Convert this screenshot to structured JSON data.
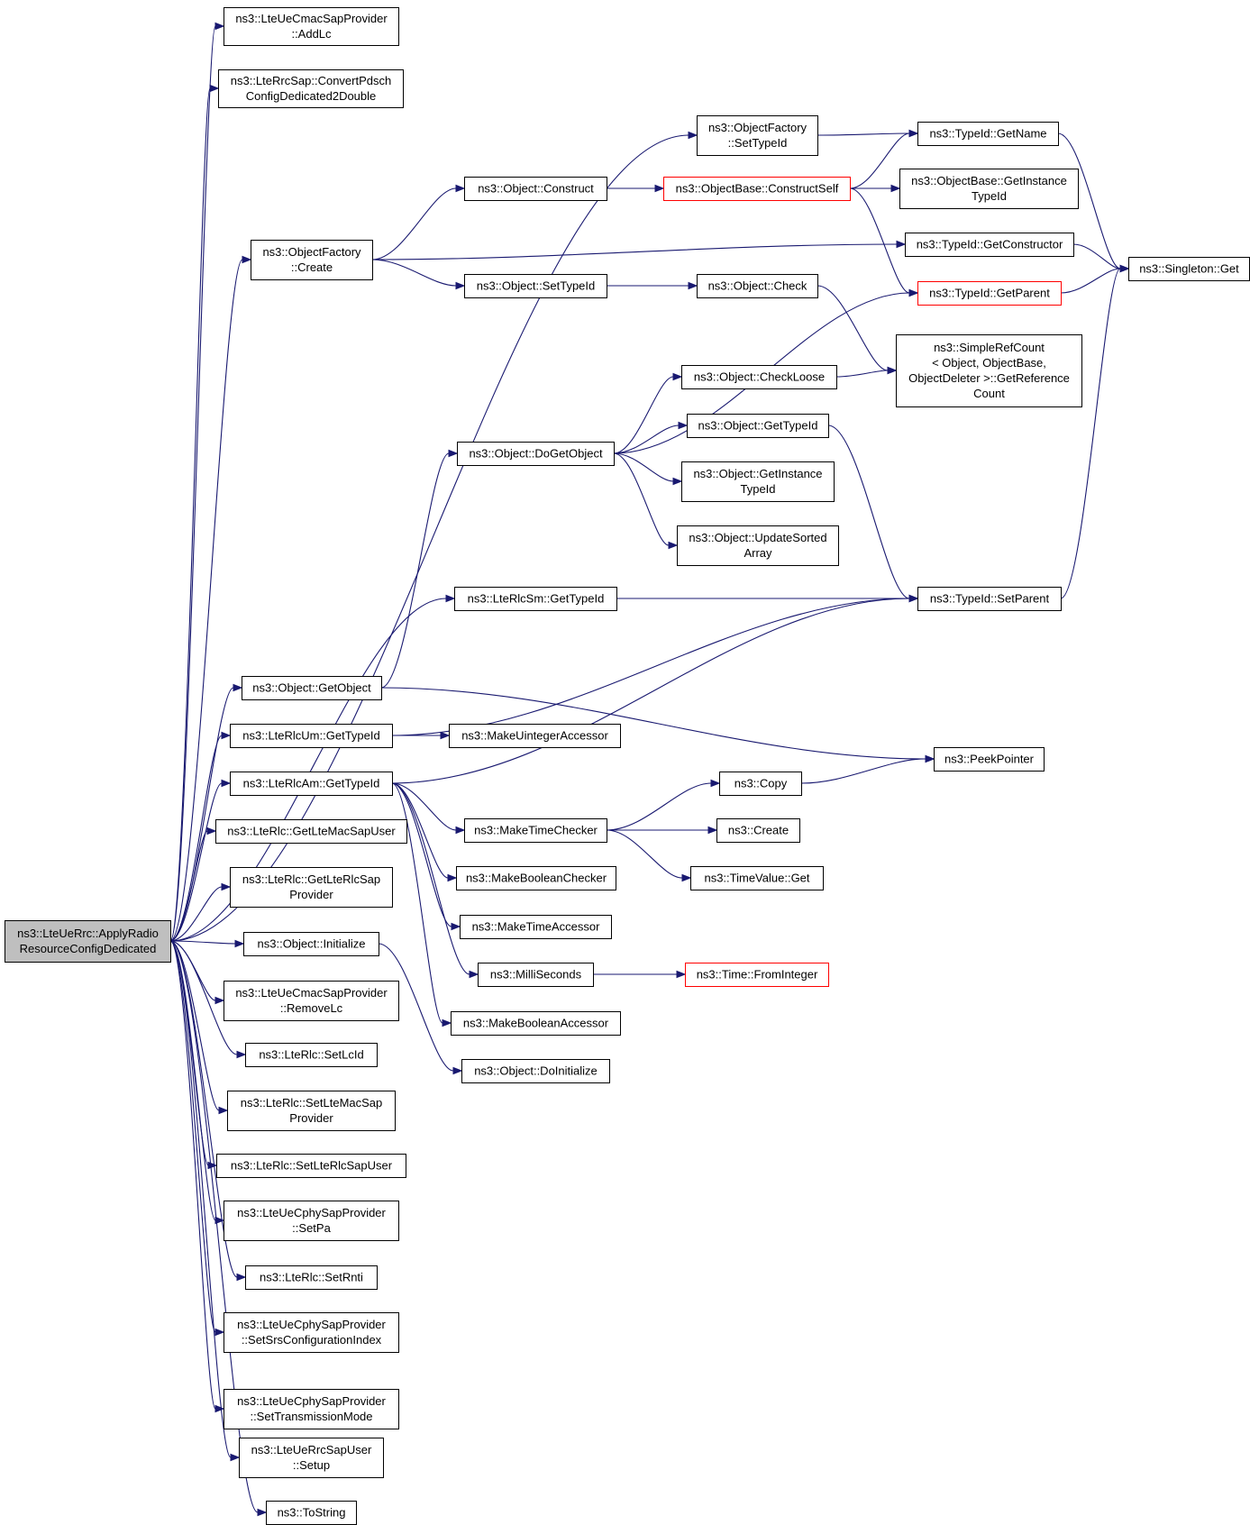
{
  "colors": {
    "edge": "#191970",
    "node_border": "#000000",
    "node_border_truncated": "#ff0000",
    "root_fill": "#bfbfbf",
    "node_fill": "#ffffff"
  },
  "nodes": [
    {
      "id": "root",
      "lines": [
        "ns3::LteUeRrc::ApplyRadio",
        "ResourceConfigDedicated"
      ],
      "root": true
    },
    {
      "id": "addlc",
      "lines": [
        "ns3::LteUeCmacSapProvider",
        "::AddLc"
      ]
    },
    {
      "id": "convert",
      "lines": [
        "ns3::LteRrcSap::ConvertPdsch",
        "ConfigDedicated2Double"
      ]
    },
    {
      "id": "of_create",
      "lines": [
        "ns3::ObjectFactory",
        "::Create"
      ]
    },
    {
      "id": "of_settypeid",
      "lines": [
        "ns3::ObjectFactory",
        "::SetTypeId"
      ]
    },
    {
      "id": "obj_construct",
      "lines": [
        "ns3::Object::Construct"
      ]
    },
    {
      "id": "obj_settypeid",
      "lines": [
        "ns3::Object::SetTypeId"
      ]
    },
    {
      "id": "obase_cself",
      "lines": [
        "ns3::ObjectBase::ConstructSelf"
      ],
      "truncated": true
    },
    {
      "id": "obj_check",
      "lines": [
        "ns3::Object::Check"
      ]
    },
    {
      "id": "tid_getname",
      "lines": [
        "ns3::TypeId::GetName"
      ]
    },
    {
      "id": "obase_getinst",
      "lines": [
        "ns3::ObjectBase::GetInstance",
        "TypeId"
      ]
    },
    {
      "id": "tid_getctor",
      "lines": [
        "ns3::TypeId::GetConstructor"
      ]
    },
    {
      "id": "tid_getparent",
      "lines": [
        "ns3::TypeId::GetParent"
      ],
      "truncated": true
    },
    {
      "id": "singleton_get",
      "lines": [
        "ns3::Singleton::Get"
      ]
    },
    {
      "id": "srefcount",
      "lines": [
        "ns3::SimpleRefCount",
        "< Object, ObjectBase,",
        " ObjectDeleter >::GetReference",
        "Count"
      ]
    },
    {
      "id": "obj_checkloose",
      "lines": [
        "ns3::Object::CheckLoose"
      ]
    },
    {
      "id": "obj_dogetobject",
      "lines": [
        "ns3::Object::DoGetObject"
      ]
    },
    {
      "id": "obj_gettypeid",
      "lines": [
        "ns3::Object::GetTypeId"
      ]
    },
    {
      "id": "obj_getinst",
      "lines": [
        "ns3::Object::GetInstance",
        "TypeId"
      ]
    },
    {
      "id": "obj_updsorted",
      "lines": [
        "ns3::Object::UpdateSorted",
        "Array"
      ]
    },
    {
      "id": "rlcsm_gettypeid",
      "lines": [
        "ns3::LteRlcSm::GetTypeId"
      ]
    },
    {
      "id": "tid_setparent",
      "lines": [
        "ns3::TypeId::SetParent"
      ]
    },
    {
      "id": "obj_getobject",
      "lines": [
        "ns3::Object::GetObject"
      ]
    },
    {
      "id": "rlcum_gettypeid",
      "lines": [
        "ns3::LteRlcUm::GetTypeId"
      ]
    },
    {
      "id": "mk_uint_acc",
      "lines": [
        "ns3::MakeUintegerAccessor"
      ]
    },
    {
      "id": "peekpointer",
      "lines": [
        "ns3::PeekPointer"
      ]
    },
    {
      "id": "rlcam_gettypeid",
      "lines": [
        "ns3::LteRlcAm::GetTypeId"
      ]
    },
    {
      "id": "copy",
      "lines": [
        "ns3::Copy"
      ]
    },
    {
      "id": "mk_time_chk",
      "lines": [
        "ns3::MakeTimeChecker"
      ]
    },
    {
      "id": "create",
      "lines": [
        "ns3::Create"
      ]
    },
    {
      "id": "rlc_getmacuser",
      "lines": [
        "ns3::LteRlc::GetLteMacSapUser"
      ]
    },
    {
      "id": "timevalue_get",
      "lines": [
        "ns3::TimeValue::Get"
      ]
    },
    {
      "id": "mk_bool_chk",
      "lines": [
        "ns3::MakeBooleanChecker"
      ]
    },
    {
      "id": "rlc_getrlcprov",
      "lines": [
        "ns3::LteRlc::GetLteRlcSap",
        "Provider"
      ]
    },
    {
      "id": "mk_time_acc",
      "lines": [
        "ns3::MakeTimeAccessor"
      ]
    },
    {
      "id": "obj_initialize",
      "lines": [
        "ns3::Object::Initialize"
      ]
    },
    {
      "id": "milliseconds",
      "lines": [
        "ns3::MilliSeconds"
      ]
    },
    {
      "id": "time_fromint",
      "lines": [
        "ns3::Time::FromInteger"
      ],
      "truncated": true
    },
    {
      "id": "removelc",
      "lines": [
        "ns3::LteUeCmacSapProvider",
        "::RemoveLc"
      ]
    },
    {
      "id": "mk_bool_acc",
      "lines": [
        "ns3::MakeBooleanAccessor"
      ]
    },
    {
      "id": "setlcid",
      "lines": [
        "ns3::LteRlc::SetLcId"
      ]
    },
    {
      "id": "obj_doinit",
      "lines": [
        "ns3::Object::DoInitialize"
      ]
    },
    {
      "id": "rlc_setmacprov",
      "lines": [
        "ns3::LteRlc::SetLteMacSap",
        "Provider"
      ]
    },
    {
      "id": "rlc_setrlcuser",
      "lines": [
        "ns3::LteRlc::SetLteRlcSapUser"
      ]
    },
    {
      "id": "setpa",
      "lines": [
        "ns3::LteUeCphySapProvider",
        "::SetPa"
      ]
    },
    {
      "id": "setrnti",
      "lines": [
        "ns3::LteRlc::SetRnti"
      ]
    },
    {
      "id": "setsrs",
      "lines": [
        "ns3::LteUeCphySapProvider",
        "::SetSrsConfigurationIndex"
      ]
    },
    {
      "id": "settxmode",
      "lines": [
        "ns3::LteUeCphySapProvider",
        "::SetTransmissionMode"
      ]
    },
    {
      "id": "rrcuser_setup",
      "lines": [
        "ns3::LteUeRrcSapUser",
        "::Setup"
      ]
    },
    {
      "id": "tostring",
      "lines": [
        "ns3::ToString"
      ]
    }
  ],
  "edges": [
    [
      "root",
      "addlc"
    ],
    [
      "root",
      "convert"
    ],
    [
      "root",
      "of_settypeid"
    ],
    [
      "root",
      "of_create"
    ],
    [
      "root",
      "rlcsm_gettypeid"
    ],
    [
      "root",
      "obj_getobject"
    ],
    [
      "root",
      "rlcum_gettypeid"
    ],
    [
      "root",
      "rlcam_gettypeid"
    ],
    [
      "root",
      "rlc_getmacuser"
    ],
    [
      "root",
      "rlc_getrlcprov"
    ],
    [
      "root",
      "obj_initialize"
    ],
    [
      "root",
      "removelc"
    ],
    [
      "root",
      "setlcid"
    ],
    [
      "root",
      "rlc_setmacprov"
    ],
    [
      "root",
      "rlc_setrlcuser"
    ],
    [
      "root",
      "setpa"
    ],
    [
      "root",
      "setrnti"
    ],
    [
      "root",
      "setsrs"
    ],
    [
      "root",
      "settxmode"
    ],
    [
      "root",
      "rrcuser_setup"
    ],
    [
      "root",
      "tostring"
    ],
    [
      "of_settypeid",
      "tid_getname"
    ],
    [
      "of_create",
      "obj_construct"
    ],
    [
      "of_create",
      "tid_getctor"
    ],
    [
      "of_create",
      "obj_settypeid"
    ],
    [
      "obj_construct",
      "obase_cself"
    ],
    [
      "obase_cself",
      "tid_getname"
    ],
    [
      "obase_cself",
      "obase_getinst"
    ],
    [
      "obase_cself",
      "tid_getparent"
    ],
    [
      "obj_settypeid",
      "obj_check"
    ],
    [
      "obj_check",
      "srefcount"
    ],
    [
      "tid_getname",
      "singleton_get"
    ],
    [
      "tid_getctor",
      "singleton_get"
    ],
    [
      "tid_getparent",
      "singleton_get"
    ],
    [
      "obj_checkloose",
      "srefcount"
    ],
    [
      "obj_dogetobject",
      "tid_getparent"
    ],
    [
      "obj_dogetobject",
      "obj_checkloose"
    ],
    [
      "obj_dogetobject",
      "obj_gettypeid"
    ],
    [
      "obj_dogetobject",
      "obj_getinst"
    ],
    [
      "obj_dogetobject",
      "obj_updsorted"
    ],
    [
      "obj_gettypeid",
      "tid_setparent"
    ],
    [
      "tid_setparent",
      "singleton_get"
    ],
    [
      "rlcsm_gettypeid",
      "tid_setparent"
    ],
    [
      "obj_getobject",
      "obj_dogetobject"
    ],
    [
      "obj_getobject",
      "peekpointer"
    ],
    [
      "rlcum_gettypeid",
      "tid_setparent"
    ],
    [
      "rlcum_gettypeid",
      "mk_uint_acc"
    ],
    [
      "rlcam_gettypeid",
      "tid_setparent"
    ],
    [
      "rlcam_gettypeid",
      "mk_time_chk"
    ],
    [
      "rlcam_gettypeid",
      "mk_bool_chk"
    ],
    [
      "rlcam_gettypeid",
      "mk_time_acc"
    ],
    [
      "rlcam_gettypeid",
      "milliseconds"
    ],
    [
      "rlcam_gettypeid",
      "mk_bool_acc"
    ],
    [
      "copy",
      "peekpointer"
    ],
    [
      "mk_time_chk",
      "copy"
    ],
    [
      "mk_time_chk",
      "create"
    ],
    [
      "mk_time_chk",
      "timevalue_get"
    ],
    [
      "milliseconds",
      "time_fromint"
    ],
    [
      "obj_initialize",
      "obj_doinit"
    ]
  ]
}
